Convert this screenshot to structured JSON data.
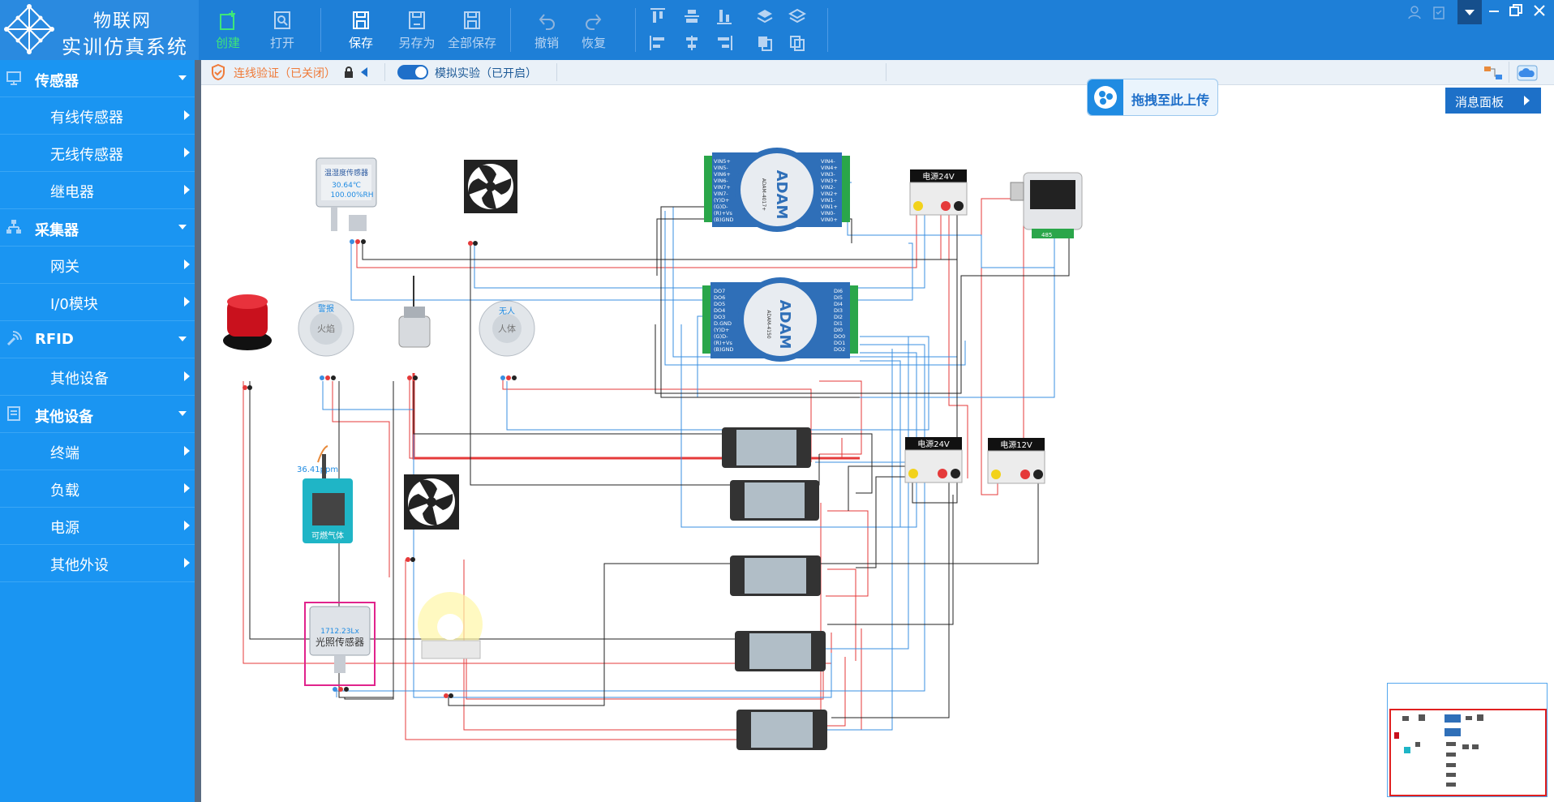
{
  "app": {
    "title_line1": "物联网",
    "title_line2": "实训仿真系统"
  },
  "toolbar": {
    "create": "创建",
    "open": "打开",
    "save": "保存",
    "save_as": "另存为",
    "save_all": "全部保存",
    "undo": "撤销",
    "redo": "恢复"
  },
  "sidebar": {
    "categories": [
      {
        "label": "传感器",
        "icon": "sensor-icon",
        "items": [
          "有线传感器",
          "无线传感器",
          "继电器"
        ]
      },
      {
        "label": "采集器",
        "icon": "collector-icon",
        "items": [
          "网关",
          "I/0模块"
        ]
      },
      {
        "label": "RFID",
        "icon": "rfid-icon",
        "items": [
          "其他设备"
        ]
      },
      {
        "label": "其他设备",
        "icon": "device-icon",
        "items": [
          "终端",
          "负载",
          "电源",
          "其他外设"
        ]
      }
    ]
  },
  "subbar": {
    "validation": "连线验证（已关闭）",
    "simulation": "模拟实验（已开启）"
  },
  "canvas": {
    "upload": "拖拽至此上传",
    "message_panel": "消息面板",
    "devices": {
      "temp_sensor_title": "温湿度传感器",
      "temp_value": "30.64℃",
      "humidity_value": "100.00%RH",
      "adam_brand": "ADAM",
      "adam_top_model": "ADAM-4017+",
      "adam_bottom_model": "ADAM-4150",
      "power_24v": "电源24V",
      "power_12v": "电源12V",
      "alarm_label": "警报",
      "fire_label": "火焰",
      "body_label": "无人",
      "body_label2": "人体",
      "gas_value": "36.41ppm",
      "gas_label": "可燃气体",
      "light_value": "1712.23Lx",
      "light_label": "光照传感器",
      "rs485": "485"
    },
    "adam_top_left_pins": [
      "VIN5+",
      "VIN5-",
      "VIN6+",
      "VIN6-",
      "VIN7+",
      "VIN7-",
      "(Y)D+",
      "(G)D-",
      "(R)+Vs",
      "(B)GND"
    ],
    "adam_top_right_pins": [
      "VIN4-",
      "VIN4+",
      "VIN3-",
      "VIN3+",
      "VIN2-",
      "VIN2+",
      "VIN1-",
      "VIN1+",
      "VIN0-",
      "VIN0+"
    ],
    "adam_bottom_left_pins": [
      "DO7",
      "DO6",
      "DO5",
      "DO4",
      "DO3",
      "D.GND",
      "(Y)D+",
      "(G)D-",
      "(R)+Vs",
      "(B)GND"
    ],
    "adam_bottom_right_pins": [
      "DI6",
      "DI5",
      "DI4",
      "DI3",
      "DI2",
      "DI1",
      "DI0",
      "DO0",
      "DO1",
      "DO2"
    ]
  },
  "colors": {
    "topbar": "#1e7fd7",
    "sidebar": "#1a95f2",
    "active_tool": "#3ee67a",
    "wire_red": "#e53a3a",
    "wire_blue": "#3a8fe0",
    "wire_black": "#222222",
    "selection": "#e0238c"
  }
}
